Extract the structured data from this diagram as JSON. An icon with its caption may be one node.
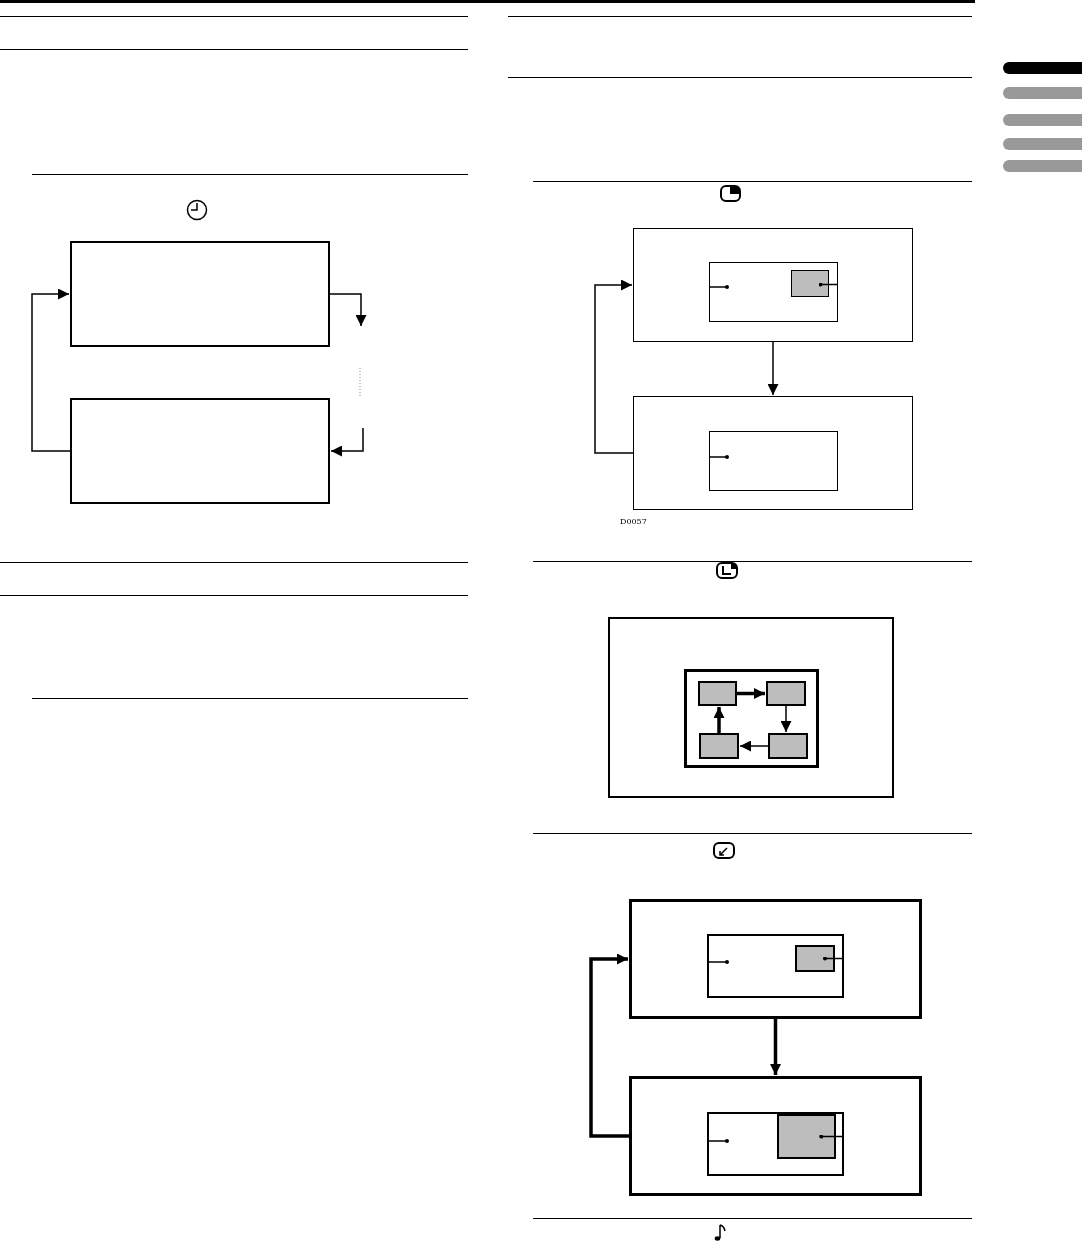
{
  "diagram": {
    "nodes": [
      {
        "text": [],
        "shape": "box"
      },
      {
        "text": [],
        "shape": "box"
      },
      {
        "text": [],
        "shape": "box"
      },
      {
        "text": [],
        "shape": "box",
        "in": 2
      },
      {
        "text": [],
        "shape": "box",
        "in": 3
      },
      {
        "text": [],
        "shape": "box"
      },
      {
        "text": [],
        "shape": "box",
        "in": 5
      },
      {
        "text": [],
        "shape": "box"
      },
      {
        "text": [],
        "shape": "box",
        "in": 7
      },
      {
        "text": [],
        "shape": "box",
        "in": 8
      },
      {
        "text": [],
        "shape": "box",
        "in": 8
      },
      {
        "text": [],
        "shape": "box",
        "in": 8
      },
      {
        "text": [],
        "shape": "box",
        "in": 8
      },
      {
        "text": [],
        "shape": "box"
      },
      {
        "text": [],
        "shape": "box",
        "in": 13
      },
      {
        "text": [],
        "shape": "box",
        "in": 14
      },
      {
        "text": [],
        "shape": "box"
      },
      {
        "text": [],
        "shape": "box",
        "in": 16
      },
      {
        "text": [],
        "shape": "box",
        "in": 17
      }
    ],
    "edges": [
      {
        "from": 0,
        "to": null,
        "arrow": "to"
      },
      {
        "from": null,
        "to": 1,
        "arrow": "to"
      },
      {
        "from": 1,
        "to": 0,
        "arrow": "to"
      },
      {
        "from": 2,
        "to": 5,
        "arrow": "to"
      },
      {
        "from": 5,
        "to": 2,
        "arrow": "to"
      },
      {
        "from": 9,
        "to": 10,
        "arrow": "to",
        "style": "thick"
      },
      {
        "from": 10,
        "to": 12,
        "arrow": "to"
      },
      {
        "from": 12,
        "to": 11,
        "arrow": "to"
      },
      {
        "from": 11,
        "to": 9,
        "arrow": "to",
        "style": "thick"
      },
      {
        "from": 13,
        "to": 16,
        "arrow": "to",
        "style": "thick"
      },
      {
        "from": 16,
        "to": 13,
        "arrow": "to",
        "style": "thick"
      },
      {
        "from": 3,
        "to": null,
        "arrow": "other"
      },
      {
        "from": 3,
        "to": 4,
        "arrow": "other"
      },
      {
        "from": 6,
        "to": null,
        "arrow": "other"
      },
      {
        "from": 14,
        "to": null,
        "arrow": "other"
      },
      {
        "from": 14,
        "to": 15,
        "arrow": "other"
      },
      {
        "from": 17,
        "to": null,
        "arrow": "other"
      },
      {
        "from": 17,
        "to": 18,
        "arrow": "other"
      }
    ],
    "labels": [
      "D0057"
    ]
  }
}
